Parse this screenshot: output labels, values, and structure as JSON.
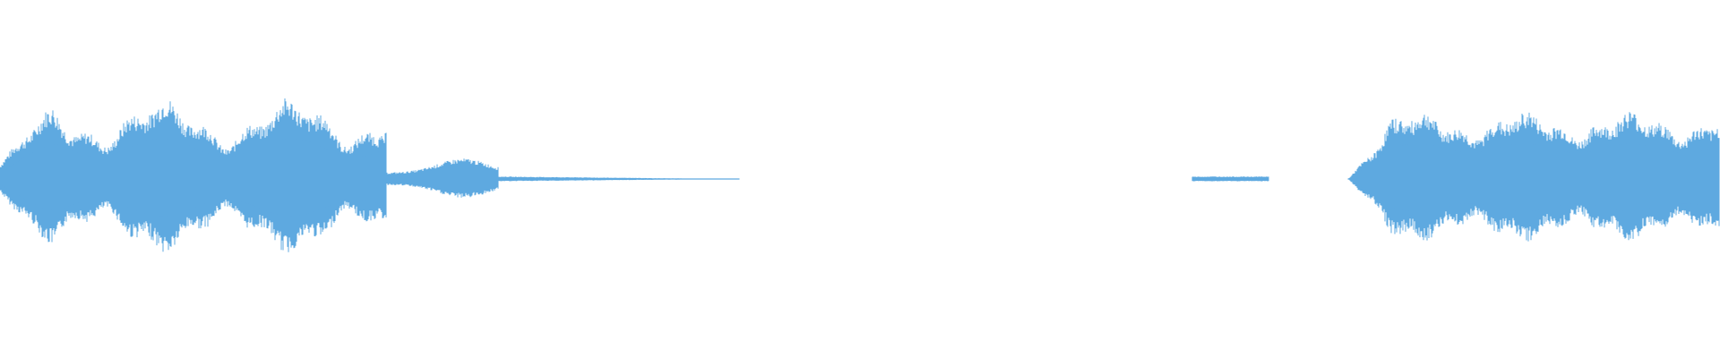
{
  "waveform": {
    "color": "#5ea9e0",
    "background": "#ffffff",
    "duration_fraction_visible": 1.0,
    "segments": [
      {
        "name": "clip-1-loud",
        "start": 0.0,
        "end": 0.225,
        "level": 0.58
      },
      {
        "name": "clip-1-tail",
        "start": 0.225,
        "end": 0.29,
        "level": 0.14
      },
      {
        "name": "clip-1-fade",
        "start": 0.29,
        "end": 0.43,
        "level": 0.02
      },
      {
        "name": "silence",
        "start": 0.43,
        "end": 0.693,
        "level": 0.0
      },
      {
        "name": "clip-2-lead",
        "start": 0.693,
        "end": 0.738,
        "level": 0.02
      },
      {
        "name": "silence-2",
        "start": 0.738,
        "end": 0.784,
        "level": 0.0
      },
      {
        "name": "clip-2-loud",
        "start": 0.784,
        "end": 1.0,
        "level": 0.52
      }
    ]
  }
}
